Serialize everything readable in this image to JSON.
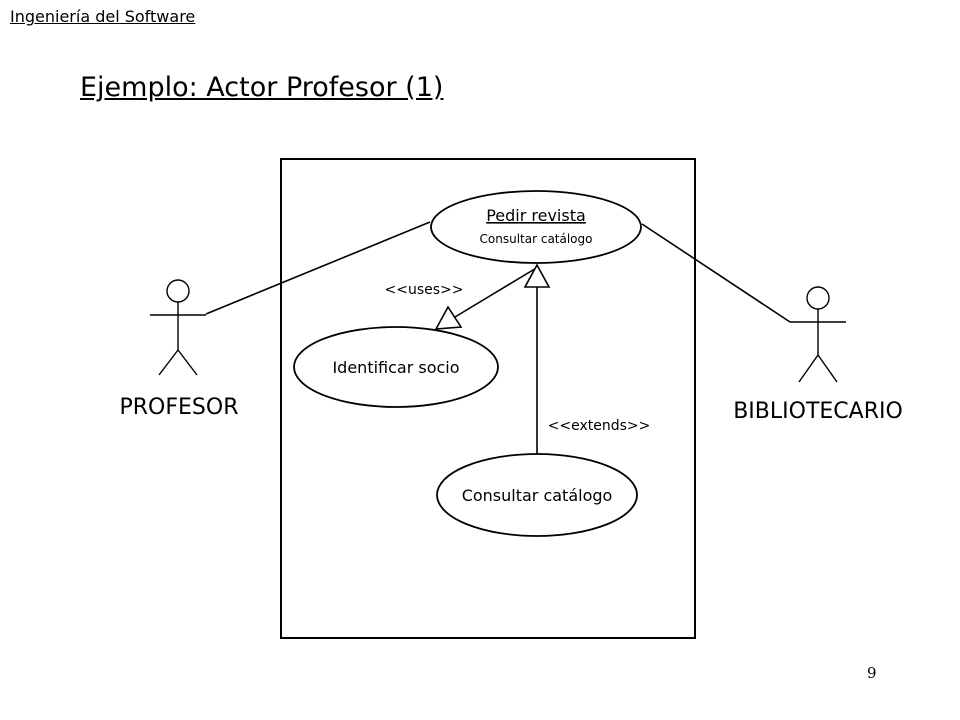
{
  "slide": {
    "course": "Ingeniería del Software",
    "title": "Ejemplo: Actor Profesor (1)",
    "page_number": "9"
  },
  "diagram": {
    "actors": {
      "profesor": "PROFESOR",
      "bibliotecario": "BIBLIOTECARIO"
    },
    "use_cases": {
      "pedir_revista": {
        "name": "Pedir revista",
        "extension_point": "Consultar catálogo"
      },
      "identificar_socio": "Identificar socio",
      "consultar_catalogo": "Consultar catálogo"
    },
    "relations": {
      "uses": "<<uses>>",
      "extends": "<<extends>>"
    }
  }
}
